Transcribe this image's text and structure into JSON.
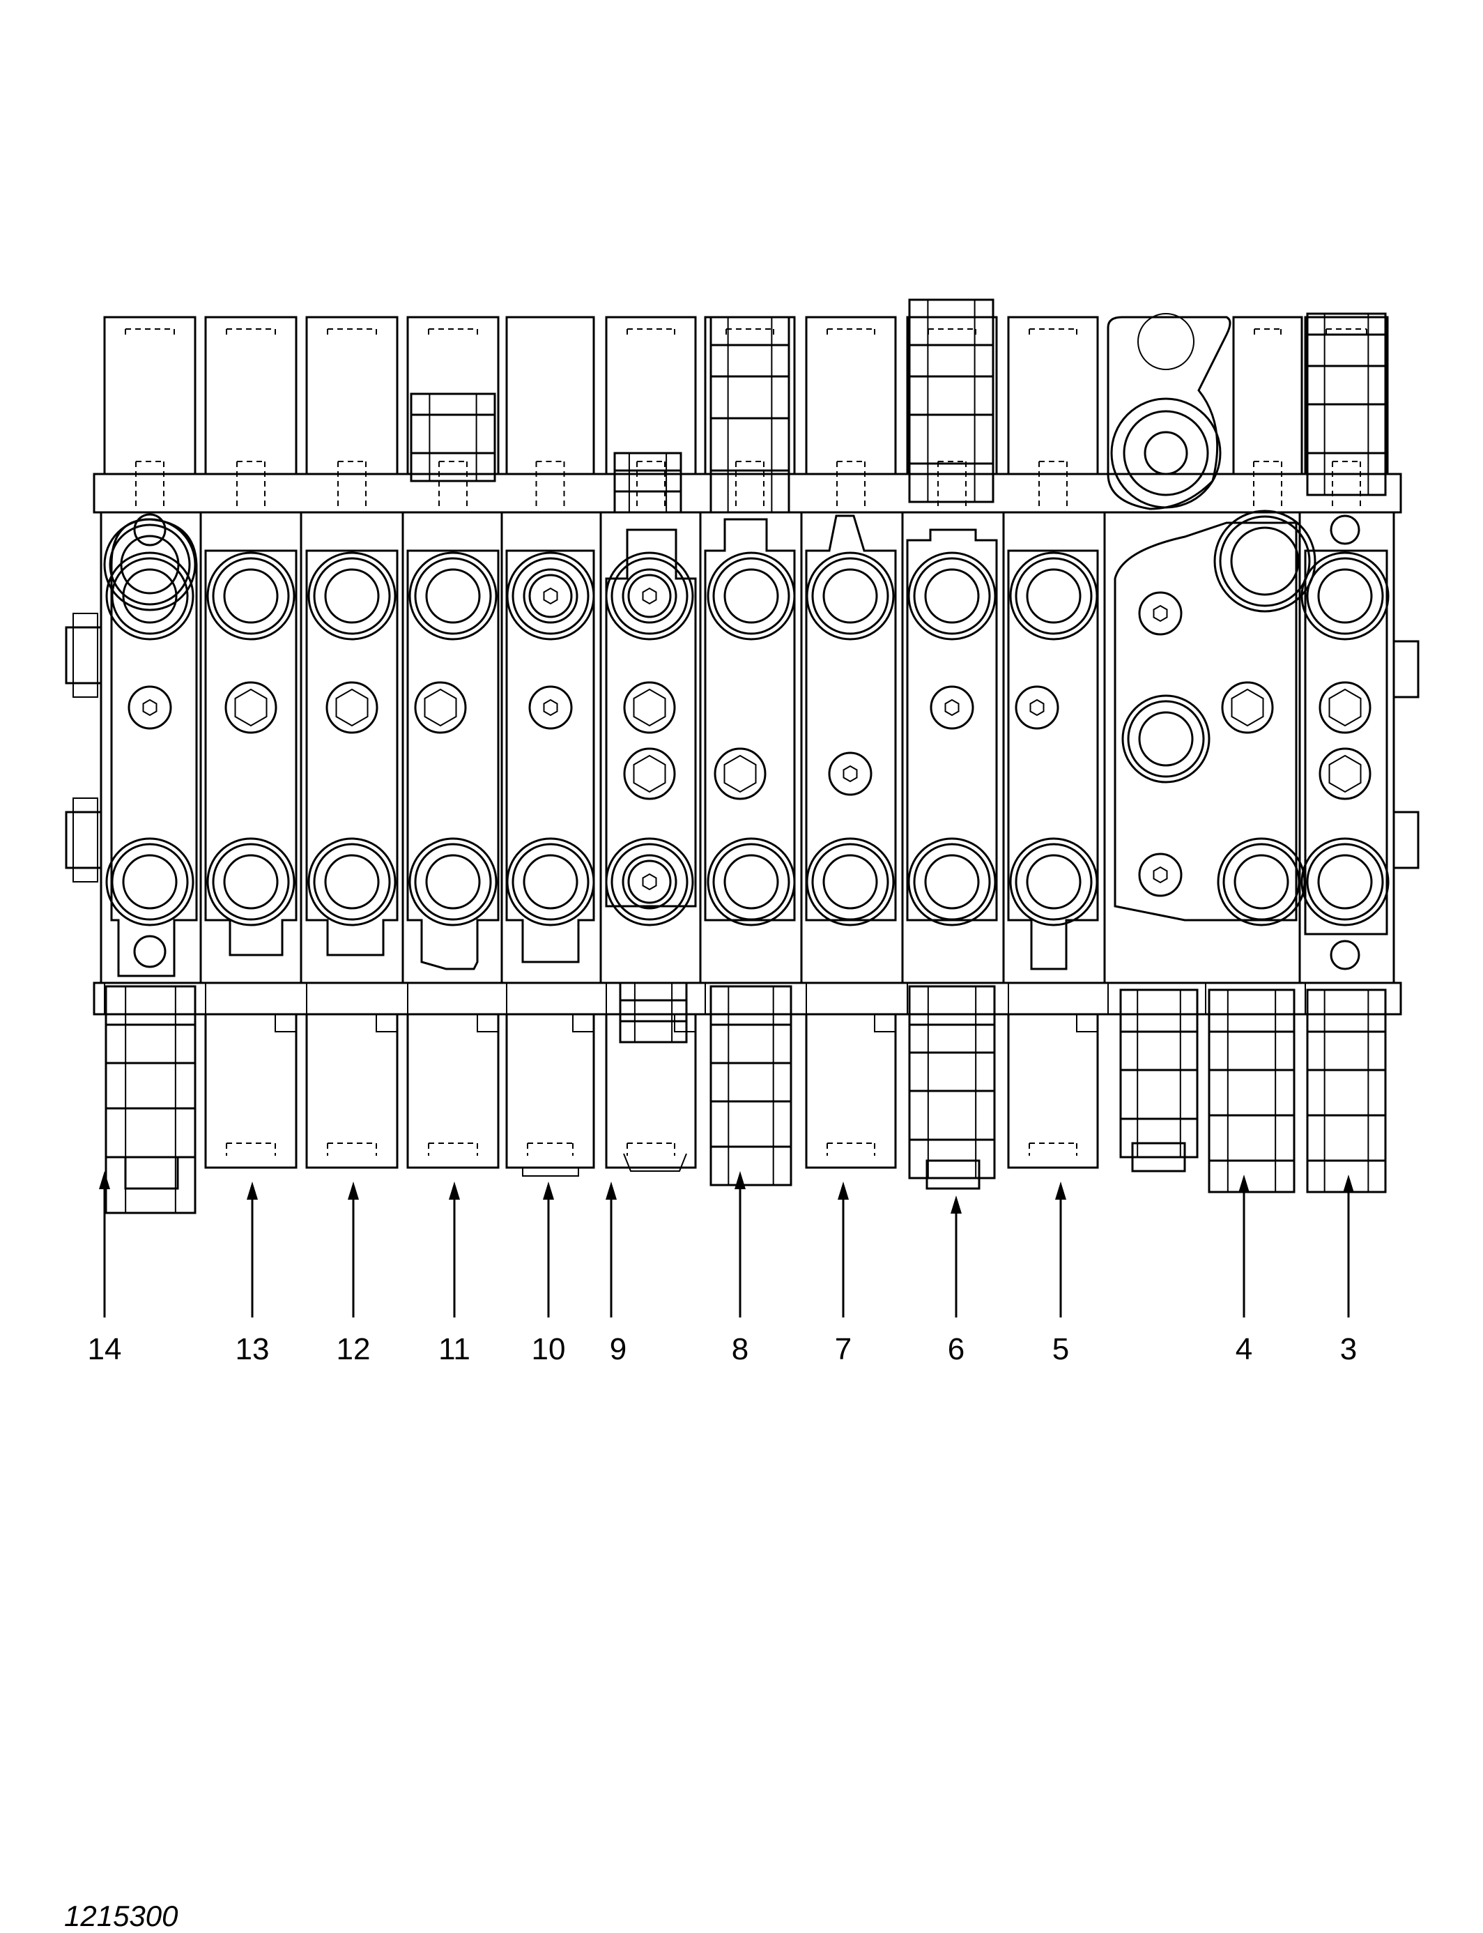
{
  "diagram": {
    "callouts": [
      "14",
      "13",
      "12",
      "11",
      "10",
      "9",
      "8",
      "7",
      "6",
      "5",
      "4",
      "3"
    ],
    "figure_id": "1215300"
  }
}
